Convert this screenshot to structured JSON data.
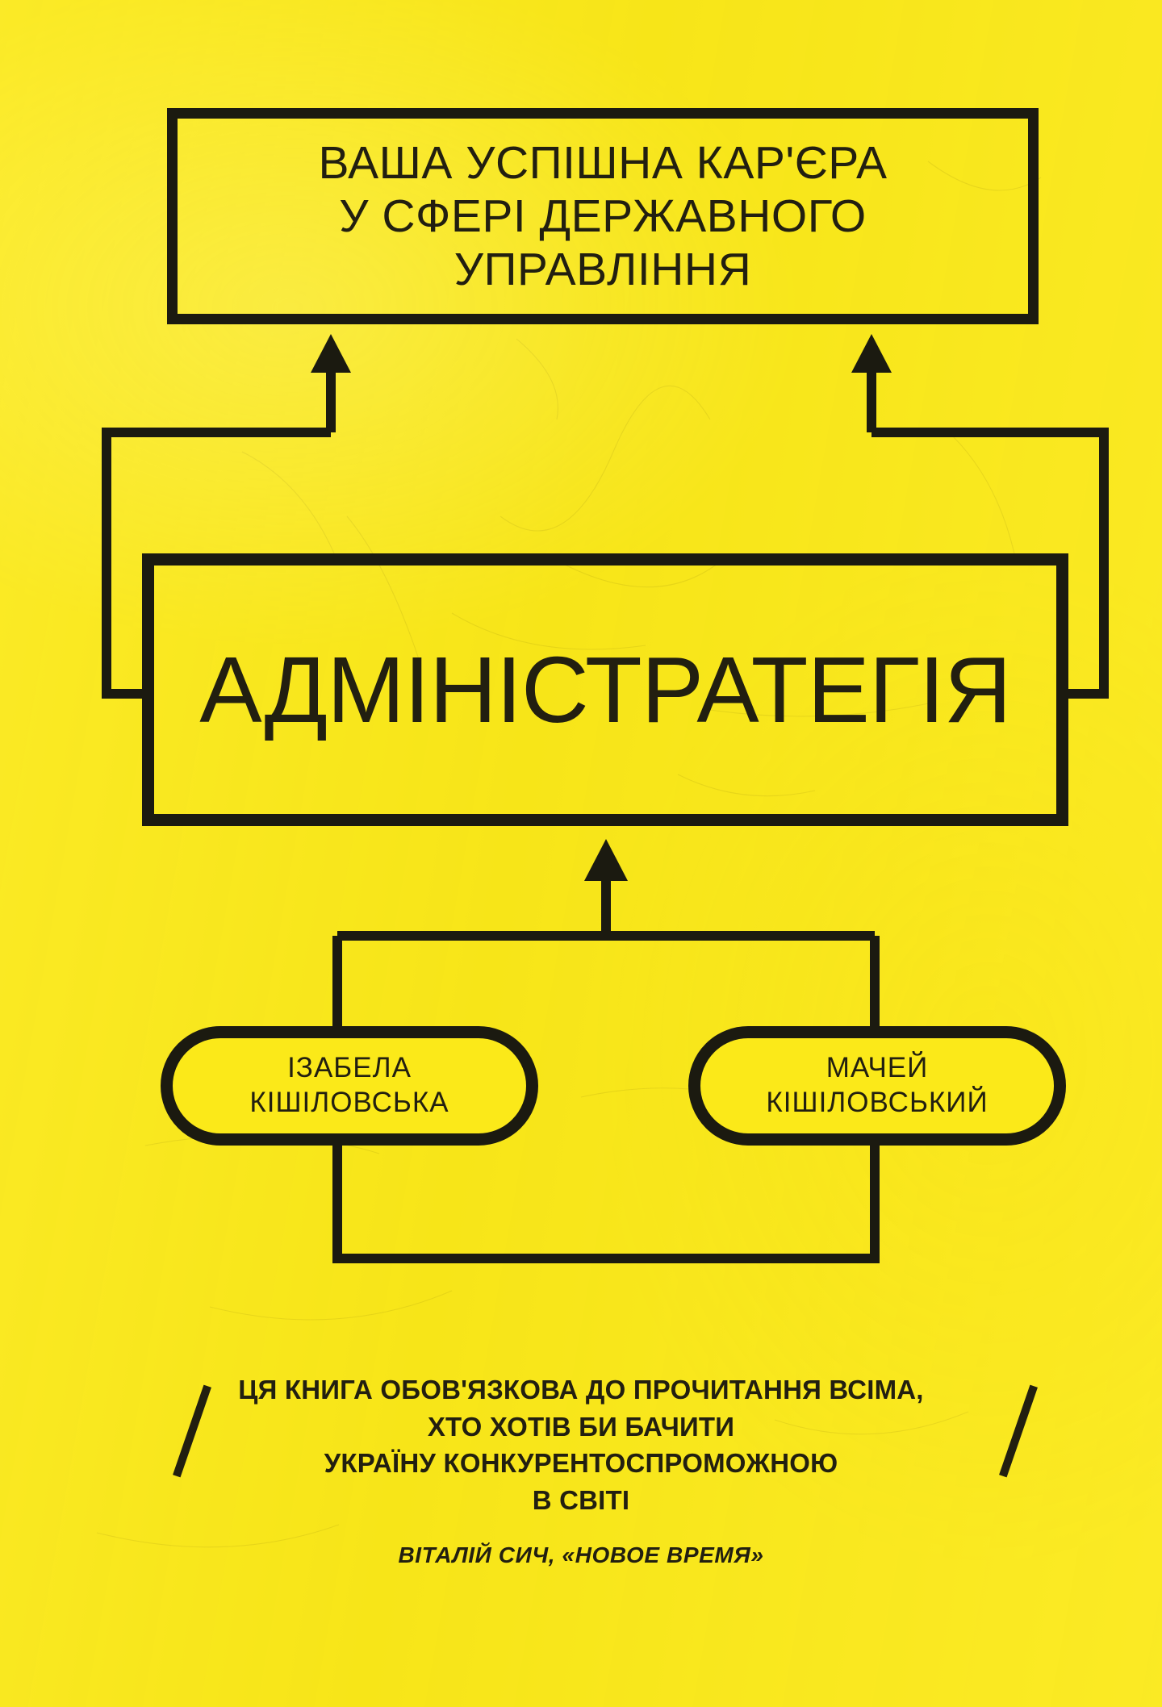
{
  "cover": {
    "background_color": "#fbe919",
    "ink_color": "#221f10",
    "subtitle_box": {
      "line1": "ВАША УСПІШНА КАР'ЄРА",
      "line2": "У СФЕРІ ДЕРЖАВНОГО",
      "line3": "УПРАВЛІННЯ"
    },
    "main_title": "АДМІНІСТРАТЕГІЯ",
    "authors": [
      {
        "given": "ІЗАБЕЛА",
        "family": "КІШІЛОВСЬКА"
      },
      {
        "given": "МАЧЕЙ",
        "family": "КІШІЛОВСЬКИЙ"
      }
    ],
    "quote": {
      "line1": "ЦЯ КНИГА ОБОВ'ЯЗКОВА ДО ПРОЧИТАННЯ ВСІМА,",
      "line2": "ХТО ХОТІВ БИ БАЧИТИ",
      "line3": "УКРАЇНУ КОНКУРЕНТОСПРОМОЖНОЮ",
      "line4": "В СВІТІ",
      "attribution": "ВІТАЛІЙ СИЧ, «НОВОЕ ВРЕМЯ»"
    }
  }
}
